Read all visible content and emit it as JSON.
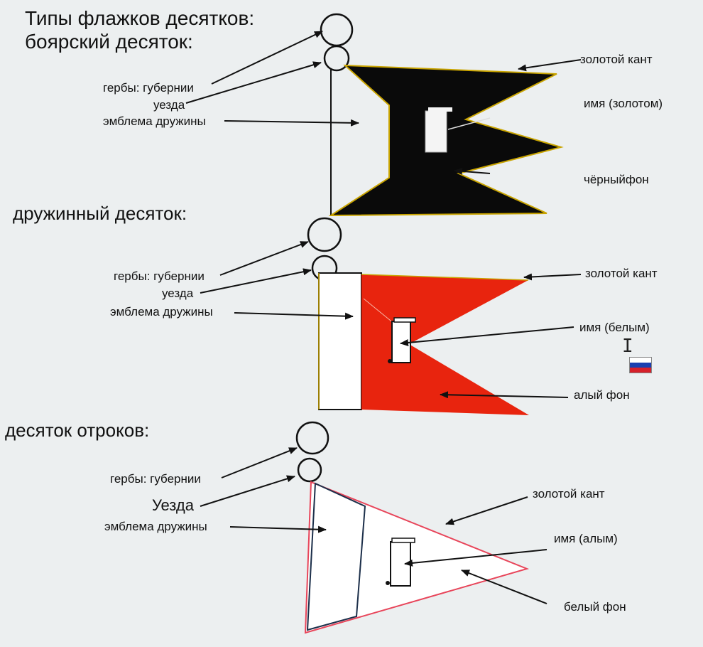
{
  "title_line1": "Типы флажков десятков:",
  "sections": {
    "boyar": {
      "heading": "боярский десяток:",
      "label_gerby": "гербы: губернии",
      "label_uezd": "уезда",
      "label_emblem": "эмблема дружины",
      "label_kant": "золотой кант",
      "label_name": "имя (золотом)",
      "label_bg": "чёрныйфон"
    },
    "druzhina": {
      "heading": "дружинный десяток:",
      "label_gerby": "гербы: губернии",
      "label_uezd": "уезда",
      "label_emblem": "эмблема дружины",
      "label_kant": "золотой кант",
      "label_name": "имя (белым)",
      "label_bg": "алый фон"
    },
    "otroki": {
      "heading": "десяток отроков:",
      "label_gerby": "гербы: губернии",
      "label_uezd": "Уезда",
      "label_emblem": "эмблема дружины",
      "label_kant": "золотой кант",
      "label_name": "имя (алым)",
      "label_bg": "белый фон"
    }
  },
  "colors": {
    "black_flag": "#0a0a0a",
    "red_flag": "#e8240e",
    "gold_edge": "#c9a400",
    "pink_edge": "#e8455a"
  }
}
